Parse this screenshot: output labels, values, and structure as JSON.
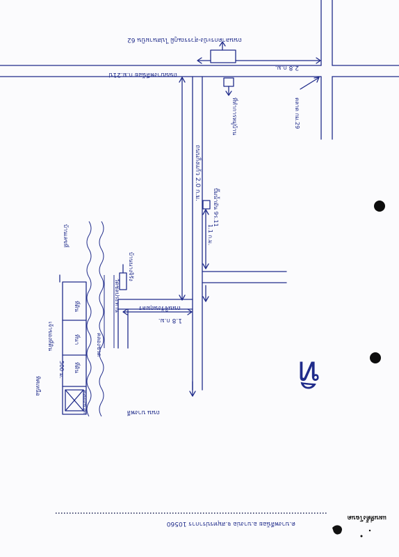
{
  "labels": {
    "highway_top": "ถนนลาดกระบัง-สุวรรณภูมิ ไปสนามบิน 62",
    "main_road": "ถนนบางพลีน้อย ก.ม.21ป",
    "dist_top": "2.8 ก.ม.",
    "side_road_vertical": "ถนนกิ่งแก้ว 2.0 ก.ม.",
    "station_right": "ตลาด กม.29",
    "station_under": "ที่ทำการหมู่บ้าน",
    "gas_station": "ปั๊มน้ำมัน 9ร.11",
    "dist_mid": "1.1 ก.ม.",
    "soi_label": "ถนนจิรังนฤมลร",
    "dist_soi": "1.8 ก.ม.",
    "house_label": "บ้านนางจิรัง",
    "temple_label": "วัดชลประทาน",
    "canal_label": "คลองชวด",
    "road_down": "ถนน บางพลี",
    "house_lot": "บ้านเลขที่",
    "dist_small": "500 ม.",
    "lot_1": "ที่ดิน",
    "lot_2": "ที่นา",
    "owner_label": "เจ้าของที่ดิน",
    "north_label": "ทิศเหนือ",
    "footer_title": "แผนที่ตั้งโฉนด",
    "footer_address": "ต.บางพลีน้อย อ.บางบ่อ จ.สมุทรปราการ 10560",
    "signature": "ทิ"
  }
}
